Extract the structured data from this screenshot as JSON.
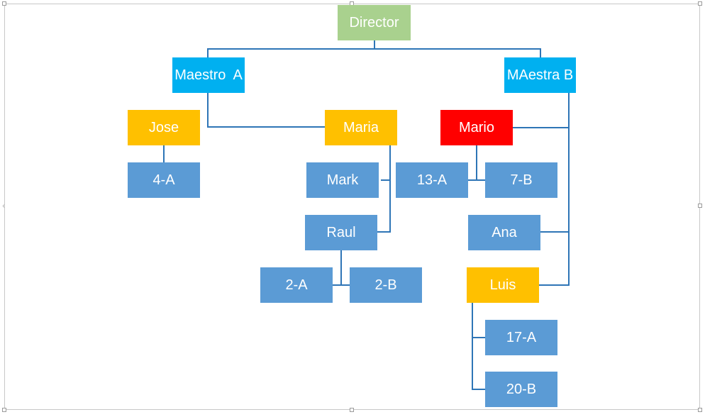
{
  "colors": {
    "director": "#a9d18e",
    "teacher": "#00b0f0",
    "student_leader": "#ffc000",
    "student_alert": "#ff0000",
    "group": "#5b9bd5",
    "connector": "#2e75b6"
  },
  "nodes": {
    "director": "Director",
    "maestro_a": "Maestro  A",
    "maestra_b": "MAestra B",
    "jose": "Jose",
    "maria": "Maria",
    "mario": "Mario",
    "g4a": "4-A",
    "mark": "Mark",
    "g13a": "13-A",
    "g7b": "7-B",
    "raul": "Raul",
    "ana": "Ana",
    "g2a": "2-A",
    "g2b": "2-B",
    "luis": "Luis",
    "g17a": "17-A",
    "g20b": "20-B"
  }
}
